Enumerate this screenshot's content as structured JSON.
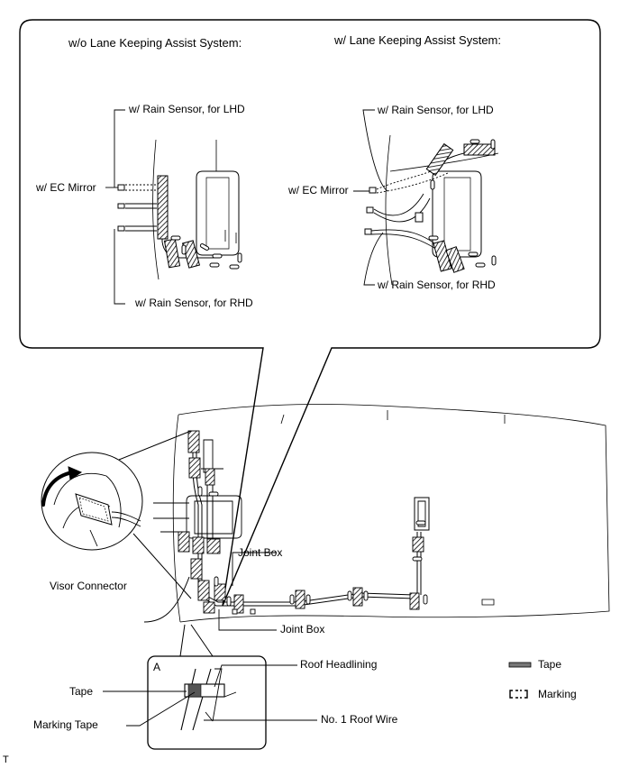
{
  "callout": {
    "left_heading": "w/o Lane Keeping Assist System:",
    "right_heading": "w/ Lane Keeping Assist System:",
    "left": {
      "rain_lhd": "w/ Rain Sensor, for LHD",
      "ec_mirror": "w/ EC Mirror",
      "rain_rhd": "w/ Rain Sensor, for RHD"
    },
    "right": {
      "rain_lhd": "w/ Rain Sensor, for LHD",
      "ec_mirror": "w/ EC Mirror",
      "rain_rhd": "w/ Rain Sensor, for RHD"
    }
  },
  "main": {
    "visor_connector": "Visor Connector",
    "joint_box_upper": "Joint Box",
    "joint_box_lower": "Joint Box"
  },
  "detail": {
    "letter": "A",
    "roof_headlining": "Roof Headlining",
    "tape": "Tape",
    "marking_tape": "Marking Tape",
    "roof_wire": "No. 1 Roof Wire"
  },
  "legend": {
    "tape": "Tape",
    "marking": "Marking"
  },
  "corner_mark": "T",
  "colors": {
    "line": "#000000",
    "hatch_fill": "#555555",
    "tape_gray": "#777777",
    "background": "#ffffff"
  }
}
